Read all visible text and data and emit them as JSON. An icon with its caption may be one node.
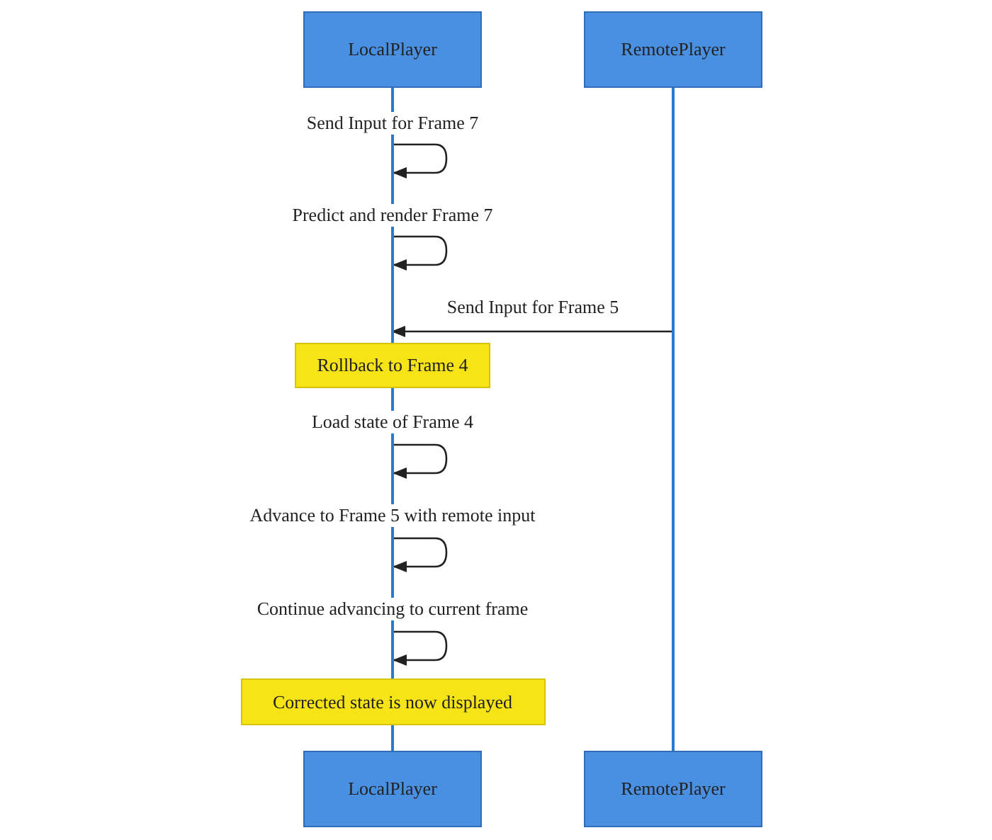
{
  "diagram": {
    "nodes": [
      {
        "text": [
          "LocalPlayer"
        ]
      },
      {
        "text": [
          "RemotePlayer"
        ]
      },
      {
        "text": [
          "Rollback to Frame 4"
        ]
      },
      {
        "text": [
          "Corrected state is now displayed"
        ]
      },
      {
        "text": [
          "LocalPlayer"
        ]
      },
      {
        "text": [
          "RemotePlayer"
        ]
      }
    ],
    "edges": [
      {
        "from": 0,
        "to": 2,
        "arrow": "none",
        "color": "#2a7ad0"
      },
      {
        "from": 2,
        "to": 3,
        "arrow": "none",
        "color": "#2a7ad0"
      },
      {
        "from": 3,
        "to": 4,
        "arrow": "none",
        "color": "#2a7ad0"
      },
      {
        "from": 1,
        "to": 5,
        "arrow": "none",
        "color": "#2a7ad0"
      }
    ],
    "labels": [
      "Send Input for Frame 7",
      "Predict and render Frame 7",
      "Send Input for Frame 5",
      "Load state of Frame 4",
      "Advance to Frame 5 with remote input",
      "Continue advancing to current frame"
    ]
  }
}
